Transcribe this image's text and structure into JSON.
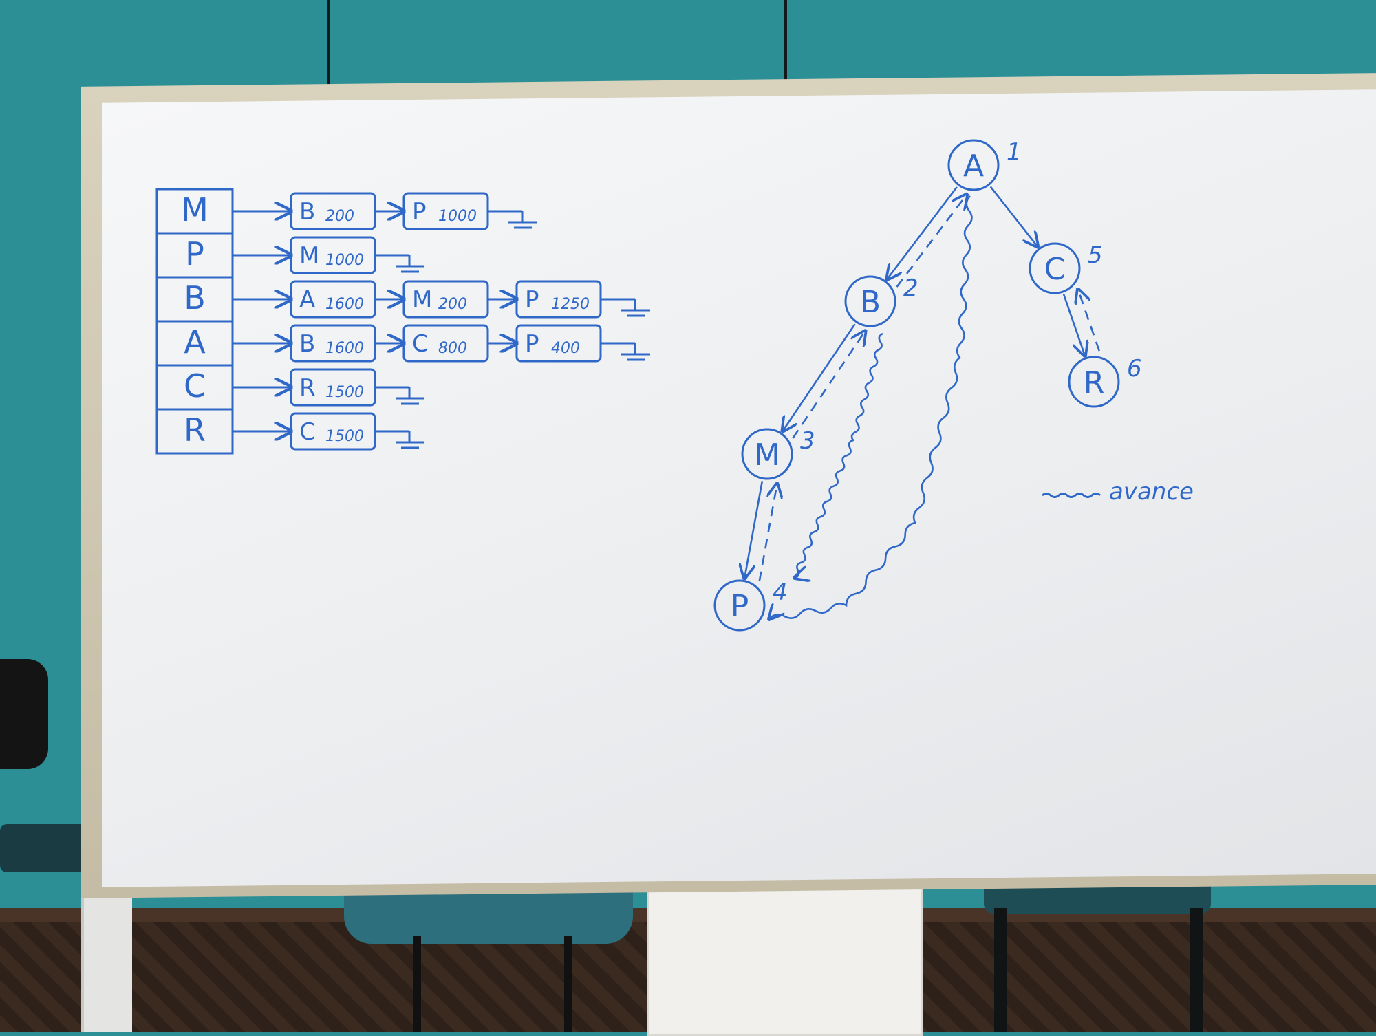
{
  "table_rows": [
    "M",
    "P",
    "B",
    "A",
    "C",
    "R"
  ],
  "adjacency": [
    [
      {
        "node": "B",
        "weight": "200"
      },
      {
        "node": "P",
        "weight": "1000"
      }
    ],
    [
      {
        "node": "M",
        "weight": "1000"
      }
    ],
    [
      {
        "node": "A",
        "weight": "1600"
      },
      {
        "node": "M",
        "weight": "200"
      },
      {
        "node": "P",
        "weight": "1250"
      }
    ],
    [
      {
        "node": "B",
        "weight": "1600"
      },
      {
        "node": "C",
        "weight": "800"
      },
      {
        "node": "P",
        "weight": "400"
      }
    ],
    [
      {
        "node": "R",
        "weight": "1500"
      }
    ],
    [
      {
        "node": "C",
        "weight": "1500"
      }
    ]
  ],
  "graph": {
    "nodes": [
      {
        "id": "A",
        "order": "1"
      },
      {
        "id": "B",
        "order": "2"
      },
      {
        "id": "M",
        "order": "3"
      },
      {
        "id": "P",
        "order": "4"
      },
      {
        "id": "C",
        "order": "5"
      },
      {
        "id": "R",
        "order": "6"
      }
    ]
  },
  "legend": {
    "label": "avance"
  },
  "colors": {
    "ink": "#2f68c8",
    "wall": "#2b8f95",
    "board": "#f2f3f5"
  }
}
